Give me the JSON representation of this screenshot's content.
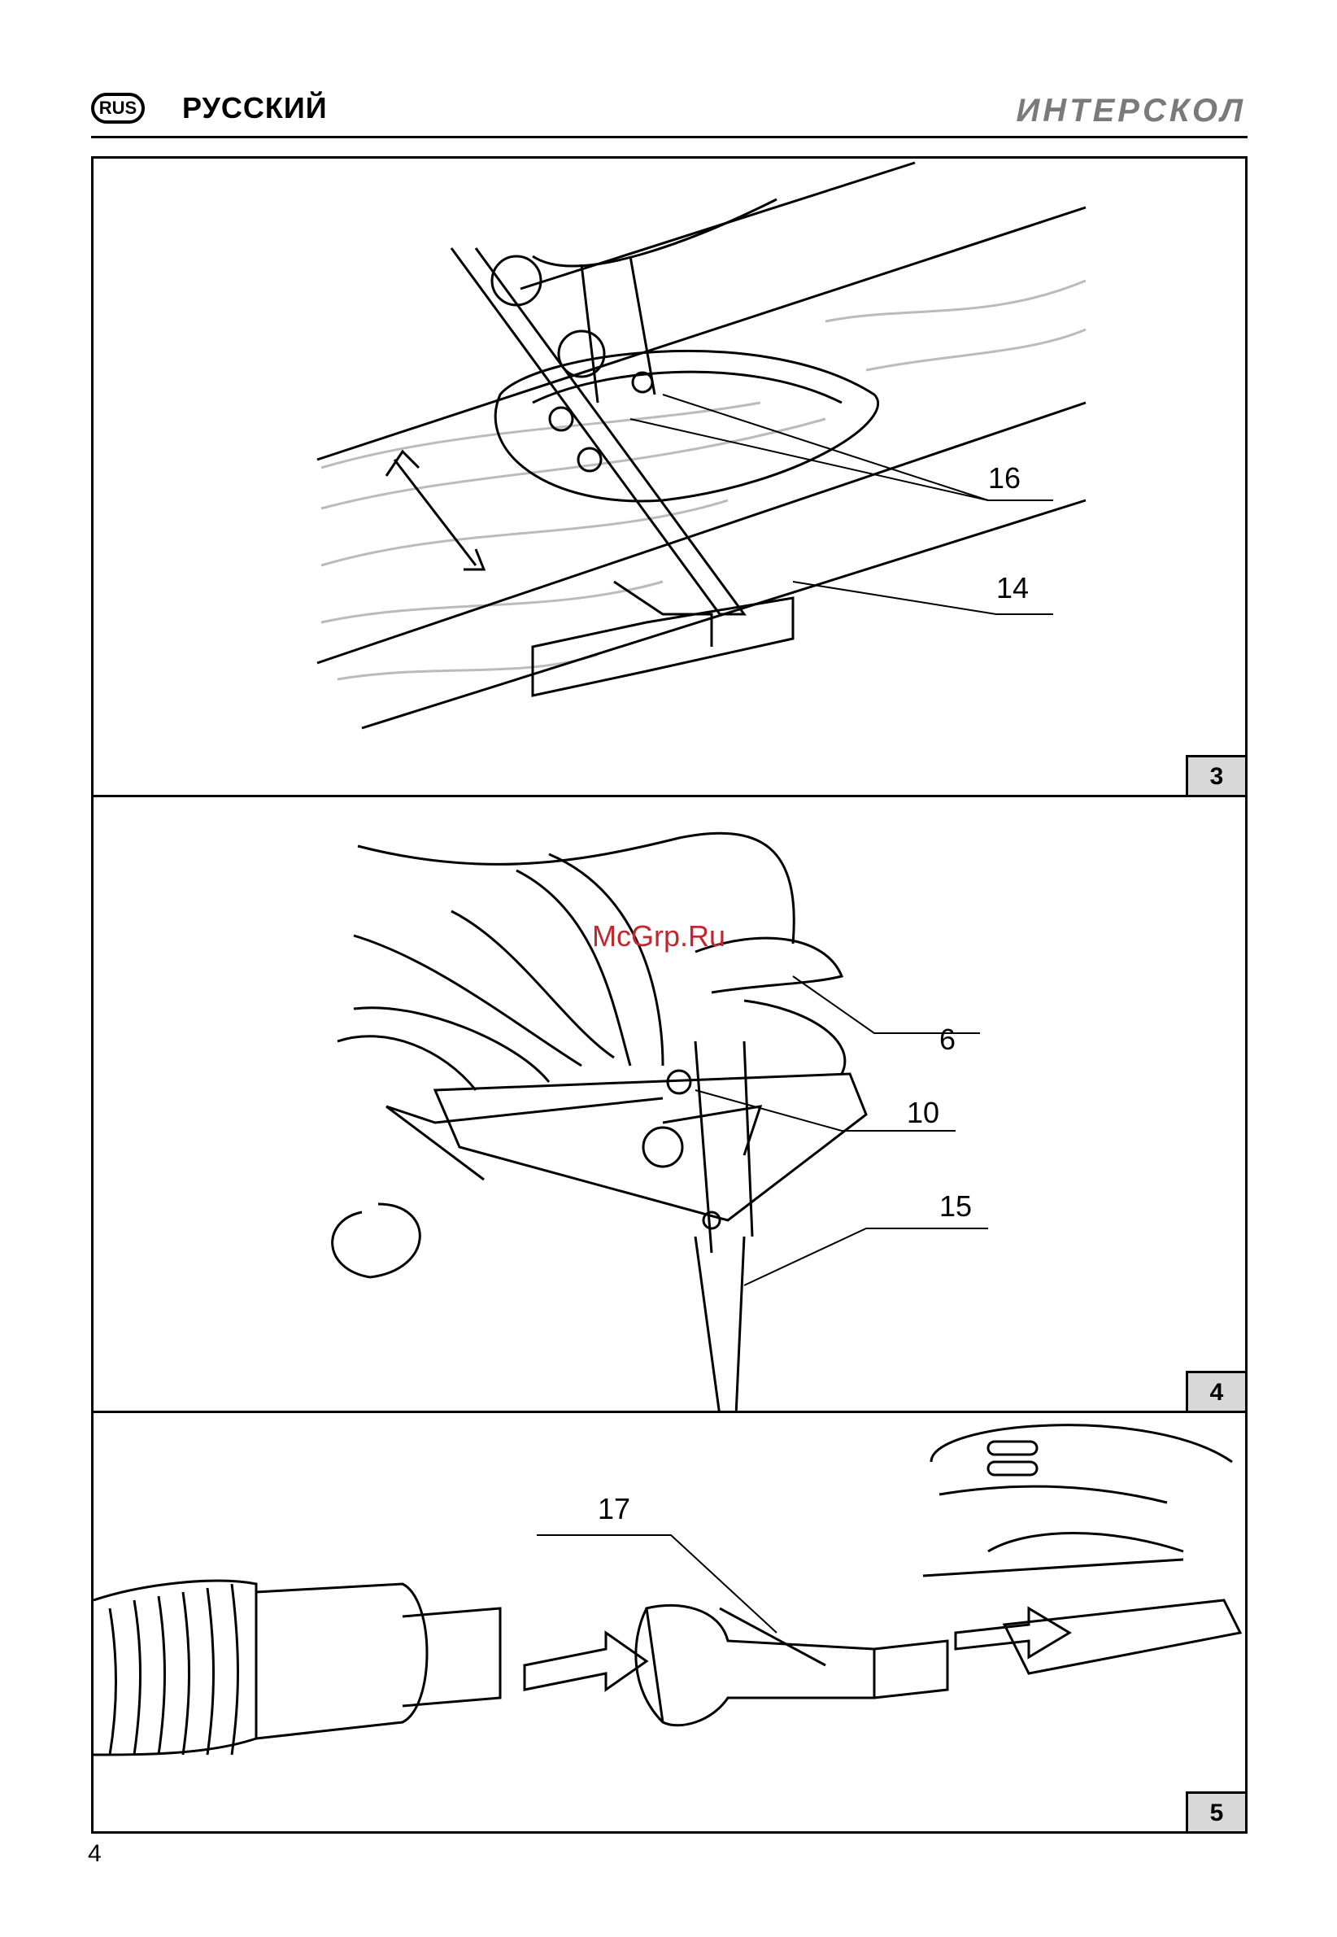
{
  "header": {
    "lang_code": "RUS",
    "lang_title": "РУССКИЙ",
    "brand": "ИНТЕРСКОЛ"
  },
  "figures": [
    {
      "number": "3",
      "callouts": [
        "16",
        "14"
      ]
    },
    {
      "number": "4",
      "callouts": [
        "6",
        "10",
        "15"
      ]
    },
    {
      "number": "5",
      "callouts": [
        "17"
      ]
    }
  ],
  "watermark": "McGrp.Ru",
  "page_number": "4",
  "colors": {
    "watermark": "#c0282d",
    "brand": "#7a7a7a",
    "fig_label_bg": "#d9d9d9"
  }
}
